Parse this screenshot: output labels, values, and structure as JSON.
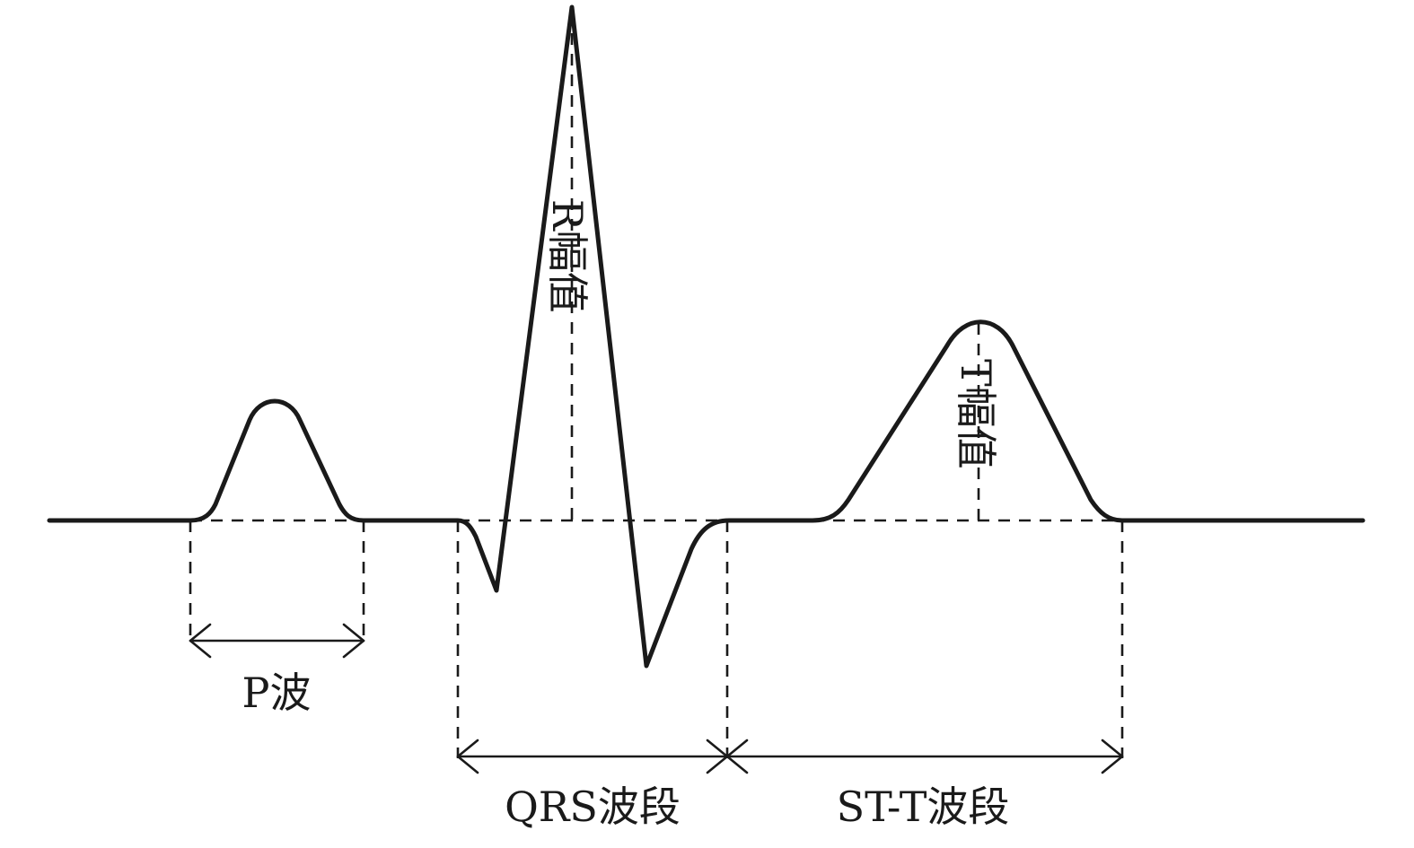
{
  "labels": {
    "p_wave": "P波",
    "qrs_segment": "QRS波段",
    "st_t_segment": "ST-T波段",
    "r_amplitude": "R幅值",
    "t_amplitude": "T幅值"
  },
  "colors": {
    "stroke": "#1a1a1a",
    "background": "#ffffff"
  }
}
